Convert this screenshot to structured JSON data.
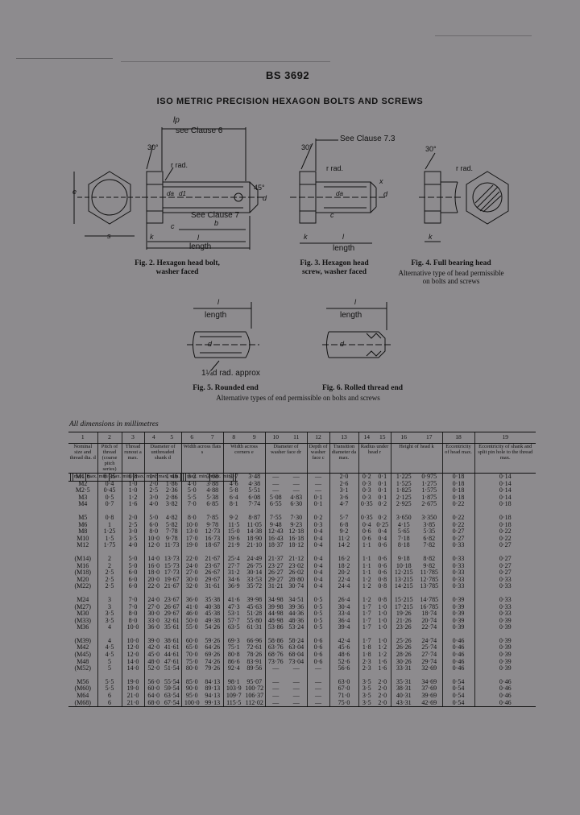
{
  "standard": "BS 3692",
  "title": "ISO METRIC PRECISION HEXAGON BOLTS AND SCREWS",
  "figures": {
    "fig2": {
      "caption_line1": "Fig. 2. Hexagon head bolt,",
      "caption_line2": "washer faced",
      "labels": {
        "lp": "lp",
        "see_clause_6": "see Clause 6",
        "angle": "30°",
        "rad": "r rad.",
        "e": "e",
        "da": "da",
        "d1": "d1",
        "deg45": "45°",
        "d": "d",
        "see_clause_7": "See Clause 7",
        "c": "c",
        "b": "b",
        "s": "s",
        "k": "k",
        "l": "l",
        "length": "length"
      }
    },
    "fig3": {
      "caption_line1": "Fig. 3. Hexagon head",
      "caption_line2": "screw, washer faced",
      "labels": {
        "see_clause_73": "See Clause 7.3",
        "angle": "30°",
        "rad": "r rad.",
        "x": "x",
        "da": "da",
        "d": "d",
        "c": "c",
        "k": "k",
        "l": "l",
        "length": "length"
      }
    },
    "fig4": {
      "caption": "Fig. 4. Full bearing head",
      "sub_line1": "Alternative type of head permissible",
      "sub_line2": "on bolts and screws",
      "labels": {
        "angle": "30°",
        "rad": "r rad.",
        "k": "k"
      }
    },
    "fig5": {
      "caption": "Fig. 5. Rounded end",
      "labels": {
        "l": "l",
        "length": "length",
        "d": "d",
        "approx": "1¼d rad. approx"
      }
    },
    "fig6": {
      "caption": "Fig. 6. Rolled thread end",
      "labels": {
        "l": "l",
        "length": "length",
        "d": "d"
      }
    },
    "alt_end_note": "Alternative types of end permissible on bolts and screws"
  },
  "table": {
    "units_note": "All dimensions in millimetres",
    "col_numbers": [
      "1",
      "2",
      "3",
      "4",
      "5",
      "6",
      "7",
      "8",
      "9",
      "10",
      "11",
      "12",
      "13",
      "14",
      "15",
      "16",
      "17",
      "18",
      "19"
    ],
    "headers": [
      "Nominal size and thread dia. d",
      "Pitch of thread (coarse pitch series)",
      "Thread runout a max.",
      "Diameter of unthreaded shank d",
      "Width across flats s",
      "Width across corners e",
      "Diameter of washer face dr",
      "Depth of washer face c",
      "Transition diameter da max.",
      "Radius under head r",
      "Height of head k",
      "Eccentricity of head max.",
      "Eccentricity of shank and split pin hole to the thread max."
    ],
    "subheaders": [
      "",
      "",
      "max.",
      "max.",
      "min.",
      "max.",
      "min.",
      "max.",
      "min.",
      "max.",
      "min.",
      "",
      "",
      "max.",
      "min.",
      "max.",
      "min.",
      "",
      ""
    ],
    "rows": [
      [
        "M1·6",
        "0·35",
        "0·8",
        "1·6",
        "1·46",
        "3·2",
        "3·08",
        "3·7",
        "3·48",
        "—",
        "—",
        "—",
        "2·0",
        "0·2",
        "0·1",
        "1·225",
        "0·975",
        "0·18",
        "0·14"
      ],
      [
        "M2",
        "0·4",
        "1·0",
        "2·0",
        "1·86",
        "4·0",
        "3·88",
        "4·6",
        "4·38",
        "—",
        "—",
        "—",
        "2·6",
        "0·3",
        "0·1",
        "1·525",
        "1·275",
        "0·18",
        "0·14"
      ],
      [
        "M2·5",
        "0·45",
        "1·0",
        "2·5",
        "2·36",
        "5·0",
        "4·88",
        "5·8",
        "5·51",
        "—",
        "—",
        "—",
        "3·1",
        "0·3",
        "0·1",
        "1·825",
        "1·575",
        "0·18",
        "0·14"
      ],
      [
        "M3",
        "0·5",
        "1·2",
        "3·0",
        "2·86",
        "5·5",
        "5·38",
        "6·4",
        "6·08",
        "5·08",
        "4·83",
        "0·1",
        "3·6",
        "0·3",
        "0·1",
        "2·125",
        "1·875",
        "0·18",
        "0·14"
      ],
      [
        "M4",
        "0·7",
        "1·6",
        "4·0",
        "3·82",
        "7·0",
        "6·85",
        "8·1",
        "7·74",
        "6·55",
        "6·30",
        "0·1",
        "4·7",
        "0·35",
        "0·2",
        "2·925",
        "2·675",
        "0·22",
        "0·18"
      ],
      [
        "",
        "",
        "",
        "",
        "",
        "",
        "",
        "",
        "",
        "",
        "",
        "",
        "",
        "",
        "",
        "",
        "",
        "",
        ""
      ],
      [
        "M5",
        "0·8",
        "2·0",
        "5·0",
        "4·82",
        "8·0",
        "7·85",
        "9·2",
        "8·87",
        "7·55",
        "7·30",
        "0·2",
        "5·7",
        "0·35",
        "0·2",
        "3·650",
        "3·350",
        "0·22",
        "0·18"
      ],
      [
        "M6",
        "1",
        "2·5",
        "6·0",
        "5·82",
        "10·0",
        "9·78",
        "11·5",
        "11·05",
        "9·48",
        "9·23",
        "0·3",
        "6·8",
        "0·4",
        "0·25",
        "4·15",
        "3·85",
        "0·22",
        "0·18"
      ],
      [
        "M8",
        "1·25",
        "3·0",
        "8·0",
        "7·78",
        "13·0",
        "12·73",
        "15·0",
        "14·38",
        "12·43",
        "12·18",
        "0·4",
        "9·2",
        "0·6",
        "0·4",
        "5·65",
        "5·35",
        "0·27",
        "0·22"
      ],
      [
        "M10",
        "1·5",
        "3·5",
        "10·0",
        "9·78",
        "17·0",
        "16·73",
        "19·6",
        "18·90",
        "16·43",
        "16·18",
        "0·4",
        "11·2",
        "0·6",
        "0·4",
        "7·18",
        "6·82",
        "0·27",
        "0·22"
      ],
      [
        "M12",
        "1·75",
        "4·0",
        "12·0",
        "11·73",
        "19·0",
        "18·67",
        "21·9",
        "21·10",
        "18·37",
        "18·12",
        "0·4",
        "14·2",
        "1·1",
        "0·6",
        "8·18",
        "7·82",
        "0·33",
        "0·27"
      ],
      [
        "",
        "",
        "",
        "",
        "",
        "",
        "",
        "",
        "",
        "",
        "",
        "",
        "",
        "",
        "",
        "",
        "",
        "",
        ""
      ],
      [
        "(M14)",
        "2",
        "5·0",
        "14·0",
        "13·73",
        "22·0",
        "21·67",
        "25·4",
        "24·49",
        "21·37",
        "21·12",
        "0·4",
        "16·2",
        "1·1",
        "0·6",
        "9·18",
        "8·82",
        "0·33",
        "0·27"
      ],
      [
        "M16",
        "2",
        "5·0",
        "16·0",
        "15·73",
        "24·0",
        "23·67",
        "27·7",
        "26·75",
        "23·27",
        "23·02",
        "0·4",
        "18·2",
        "1·1",
        "0·6",
        "10·18",
        "9·82",
        "0·33",
        "0·27"
      ],
      [
        "(M18)",
        "2·5",
        "6·0",
        "18·0",
        "17·73",
        "27·0",
        "26·67",
        "31·2",
        "30·14",
        "26·27",
        "26·02",
        "0·4",
        "20·2",
        "1·1",
        "0·6",
        "12·215",
        "11·785",
        "0·33",
        "0·27"
      ],
      [
        "M20",
        "2·5",
        "6·0",
        "20·0",
        "19·67",
        "30·0",
        "29·67",
        "34·6",
        "33·53",
        "29·27",
        "28·80",
        "0·4",
        "22·4",
        "1·2",
        "0·8",
        "13·215",
        "12·785",
        "0·33",
        "0·33"
      ],
      [
        "(M22)",
        "2·5",
        "6·0",
        "22·0",
        "21·67",
        "32·0",
        "31·61",
        "36·9",
        "35·72",
        "31·21",
        "30·74",
        "0·4",
        "24·4",
        "1·2",
        "0·8",
        "14·215",
        "13·785",
        "0·33",
        "0·33"
      ],
      [
        "",
        "",
        "",
        "",
        "",
        "",
        "",
        "",
        "",
        "",
        "",
        "",
        "",
        "",
        "",
        "",
        "",
        "",
        ""
      ],
      [
        "M24",
        "3",
        "7·0",
        "24·0",
        "23·67",
        "36·0",
        "35·38",
        "41·6",
        "39·98",
        "34·98",
        "34·51",
        "0·5",
        "26·4",
        "1·2",
        "0·8",
        "15·215",
        "14·785",
        "0·39",
        "0·33"
      ],
      [
        "(M27)",
        "3",
        "7·0",
        "27·0",
        "26·67",
        "41·0",
        "40·38",
        "47·3",
        "45·63",
        "39·98",
        "39·36",
        "0·5",
        "30·4",
        "1·7",
        "1·0",
        "17·215",
        "16·785",
        "0·39",
        "0·33"
      ],
      [
        "M30",
        "3·5",
        "8·0",
        "30·0",
        "29·67",
        "46·0",
        "45·38",
        "53·1",
        "51·28",
        "44·98",
        "44·36",
        "0·5",
        "33·4",
        "1·7",
        "1·0",
        "19·26",
        "18·74",
        "0·39",
        "0·33"
      ],
      [
        "(M33)",
        "3·5",
        "8·0",
        "33·0",
        "32·61",
        "50·0",
        "49·38",
        "57·7",
        "55·80",
        "48·98",
        "48·36",
        "0·5",
        "36·4",
        "1·7",
        "1·0",
        "21·26",
        "20·74",
        "0·39",
        "0·39"
      ],
      [
        "M36",
        "4",
        "10·0",
        "36·0",
        "35·61",
        "55·0",
        "54·26",
        "63·5",
        "61·31",
        "53·86",
        "53·24",
        "0·5",
        "39·4",
        "1·7",
        "1·0",
        "23·26",
        "22·74",
        "0·39",
        "0·39"
      ],
      [
        "",
        "",
        "",
        "",
        "",
        "",
        "",
        "",
        "",
        "",
        "",
        "",
        "",
        "",
        "",
        "",
        "",
        "",
        ""
      ],
      [
        "(M39)",
        "4",
        "10·0",
        "39·0",
        "38·61",
        "60·0",
        "59·26",
        "69·3",
        "66·96",
        "58·86",
        "58·24",
        "0·6",
        "42·4",
        "1·7",
        "1·0",
        "25·26",
        "24·74",
        "0·46",
        "0·39"
      ],
      [
        "M42",
        "4·5",
        "12·0",
        "42·0",
        "41·61",
        "65·0",
        "64·26",
        "75·1",
        "72·61",
        "63·76",
        "63·04",
        "0·6",
        "45·6",
        "1·8",
        "1·2",
        "26·26",
        "25·74",
        "0·46",
        "0·39"
      ],
      [
        "(M45)",
        "4·5",
        "12·0",
        "45·0",
        "44·61",
        "70·0",
        "69·26",
        "80·8",
        "78·26",
        "68·76",
        "68·04",
        "0·6",
        "48·6",
        "1·8",
        "1·2",
        "28·26",
        "27·74",
        "0·46",
        "0·39"
      ],
      [
        "M48",
        "5",
        "14·0",
        "48·0",
        "47·61",
        "75·0",
        "74·26",
        "86·6",
        "83·91",
        "73·76",
        "73·04",
        "0·6",
        "52·6",
        "2·3",
        "1·6",
        "30·26",
        "29·74",
        "0·46",
        "0·39"
      ],
      [
        "(M52)",
        "5",
        "14·0",
        "52·0",
        "51·54",
        "80·0",
        "79·26",
        "92·4",
        "89·56",
        "—",
        "—",
        "—",
        "56·6",
        "2·3",
        "1·6",
        "33·31",
        "32·69",
        "0·46",
        "0·39"
      ],
      [
        "",
        "",
        "",
        "",
        "",
        "",
        "",
        "",
        "",
        "",
        "",
        "",
        "",
        "",
        "",
        "",
        "",
        "",
        ""
      ],
      [
        "M56",
        "5·5",
        "19·0",
        "56·0",
        "55·54",
        "85·0",
        "84·13",
        "98·1",
        "95·07",
        "—",
        "—",
        "—",
        "63·0",
        "3·5",
        "2·0",
        "35·31",
        "34·69",
        "0·54",
        "0·46"
      ],
      [
        "(M60)",
        "5·5",
        "19·0",
        "60·0",
        "59·54",
        "90·0",
        "89·13",
        "103·9",
        "100·72",
        "—",
        "—",
        "—",
        "67·0",
        "3·5",
        "2·0",
        "38·31",
        "37·69",
        "0·54",
        "0·46"
      ],
      [
        "M64",
        "6",
        "21·0",
        "64·0",
        "63·54",
        "95·0",
        "94·13",
        "109·7",
        "106·37",
        "—",
        "—",
        "—",
        "71·0",
        "3·5",
        "2·0",
        "40·31",
        "39·69",
        "0·54",
        "0·46"
      ],
      [
        "(M68)",
        "6",
        "21·0",
        "68·0",
        "67·54",
        "100·0",
        "99·13",
        "115·5",
        "112·02",
        "—",
        "—",
        "—",
        "75·0",
        "3·5",
        "2·0",
        "43·31",
        "42·69",
        "0·54",
        "0·46"
      ]
    ]
  }
}
